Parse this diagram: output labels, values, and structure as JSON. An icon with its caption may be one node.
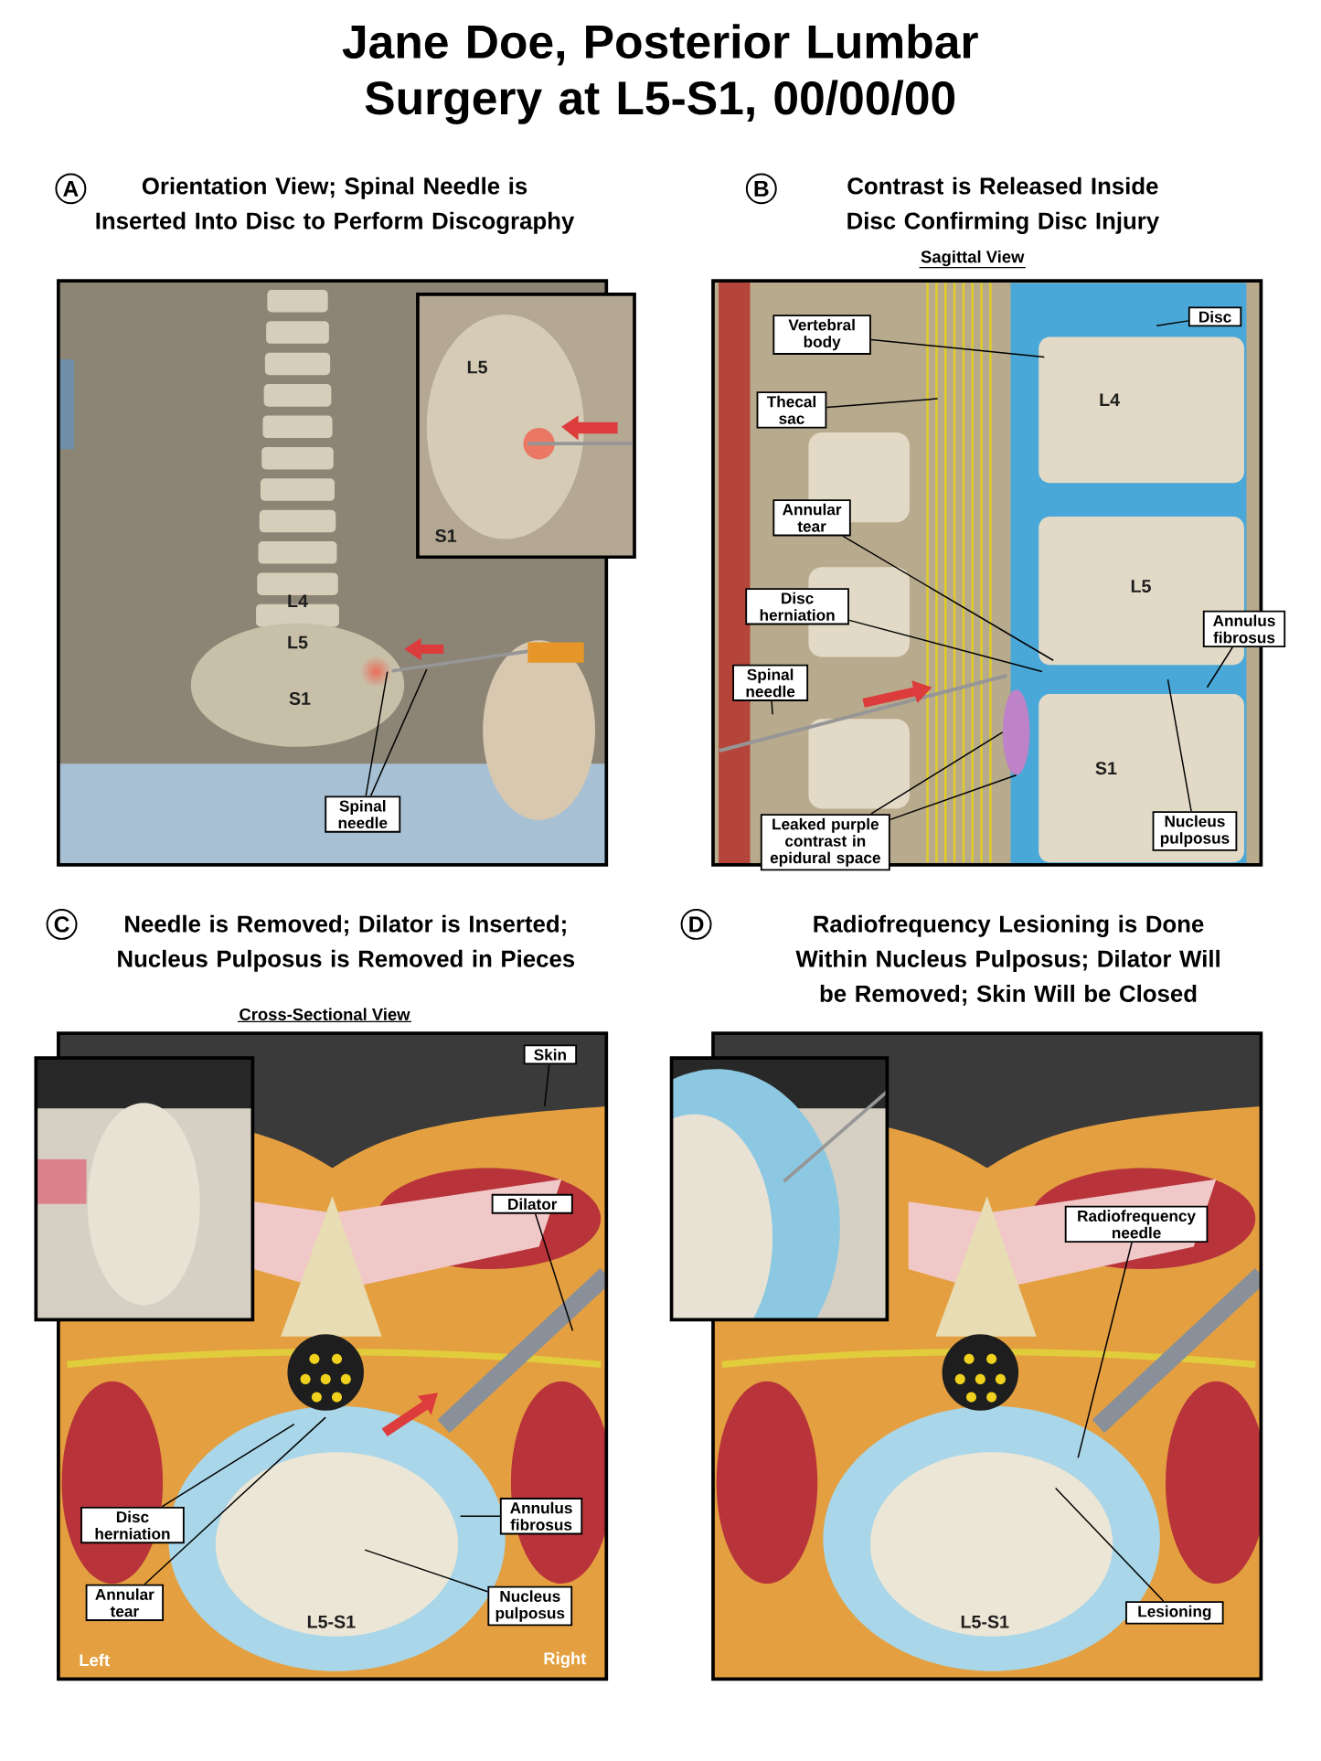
{
  "diagram": {
    "title": "Jane Doe, Posterior Lumbar Surgery at L5-S1, 00/00/00",
    "nodes": [
      {
        "text": [],
        "shape": "picture"
      },
      {
        "text": [],
        "shape": "picture",
        "in": 0
      },
      {
        "text": [],
        "shape": "picture"
      },
      {
        "text": [],
        "shape": "picture"
      },
      {
        "text": [],
        "shape": "picture"
      },
      {
        "text": [],
        "shape": "picture"
      },
      {
        "text": [],
        "shape": "picture"
      },
      {
        "text": [
          "Spinal needle"
        ],
        "in": 0
      },
      {
        "text": [
          "Vertebral body"
        ],
        "in": 2
      },
      {
        "text": [
          "Thecal sac"
        ],
        "in": 2
      },
      {
        "text": [
          "Annular tear"
        ],
        "in": 2
      },
      {
        "text": [
          "Disc herniation"
        ],
        "in": 2
      },
      {
        "text": [
          "Spinal needle"
        ],
        "in": 2
      },
      {
        "text": [
          "Disc"
        ],
        "in": 2
      },
      {
        "text": [
          "Annulus fibrosus"
        ],
        "in": 2
      },
      {
        "text": [
          "Nucleus pulposus"
        ],
        "in": 2
      },
      {
        "text": [
          "Leaked purple contrast in epidural space"
        ],
        "in": 2
      },
      {
        "text": [
          "Skin"
        ],
        "in": 3
      },
      {
        "text": [
          "Dilator"
        ],
        "in": 3
      },
      {
        "text": [
          "Disc herniation"
        ],
        "in": 3
      },
      {
        "text": [
          "Annular tear"
        ],
        "in": 3
      },
      {
        "text": [
          "Annulus fibrosus"
        ],
        "in": 3
      },
      {
        "text": [
          "Nucleus pulposus"
        ],
        "in": 3
      },
      {
        "text": [
          "Radiofrequency needle"
        ],
        "in": 5
      },
      {
        "text": [
          "Lesioning"
        ],
        "in": 5
      },
      {
        "text": [],
        "shape": "cloud",
        "in": 2
      }
    ],
    "edges": [
      {
        "from": 7,
        "to": null,
        "arrow": "none"
      },
      {
        "from": 7,
        "to": null,
        "arrow": "none"
      },
      {
        "from": 8,
        "to": null,
        "arrow": "none"
      },
      {
        "from": 9,
        "to": null,
        "arrow": "none"
      },
      {
        "from": 10,
        "to": null,
        "arrow": "none"
      },
      {
        "from": 11,
        "to": null,
        "arrow": "none"
      },
      {
        "from": 12,
        "to": null,
        "arrow": "none"
      },
      {
        "from": 13,
        "to": null,
        "arrow": "none"
      },
      {
        "from": 14,
        "to": null,
        "arrow": "none"
      },
      {
        "from": 15,
        "to": null,
        "arrow": "none"
      },
      {
        "from": 16,
        "to": 25,
        "arrow": "none"
      },
      {
        "from": 16,
        "to": 25,
        "arrow": "none"
      },
      {
        "from": 17,
        "to": null,
        "arrow": "none"
      },
      {
        "from": 18,
        "to": null,
        "arrow": "none"
      },
      {
        "from": 19,
        "to": null,
        "arrow": "none"
      },
      {
        "from": 20,
        "to": null,
        "arrow": "none"
      },
      {
        "from": 21,
        "to": null,
        "arrow": "none"
      },
      {
        "from": 22,
        "to": null,
        "arrow": "none"
      },
      {
        "from": 23,
        "to": null,
        "arrow": "none"
      },
      {
        "from": 24,
        "to": null,
        "arrow": "none"
      }
    ],
    "labels": [
      "A",
      "Orientation View; Spinal Needle is Inserted Into Disc to Perform Discography",
      "B",
      "Contrast is Released Inside Disc Confirming Disc Injury",
      "Sagittal View",
      "L5",
      "S1",
      "L4",
      "L5",
      "S1",
      "L4",
      "L5",
      "S1",
      "C",
      "Needle is Removed; Dilator is Inserted; Nucleus Pulposus is Removed in Pieces",
      "D",
      "Radiofrequency Lesioning is Done Within Nucleus Pulposus; Dilator Will be Removed; Skin Will be Closed",
      "Cross-Sectional View",
      "L5-S1",
      "Left",
      "Right",
      "L5-S1"
    ]
  }
}
